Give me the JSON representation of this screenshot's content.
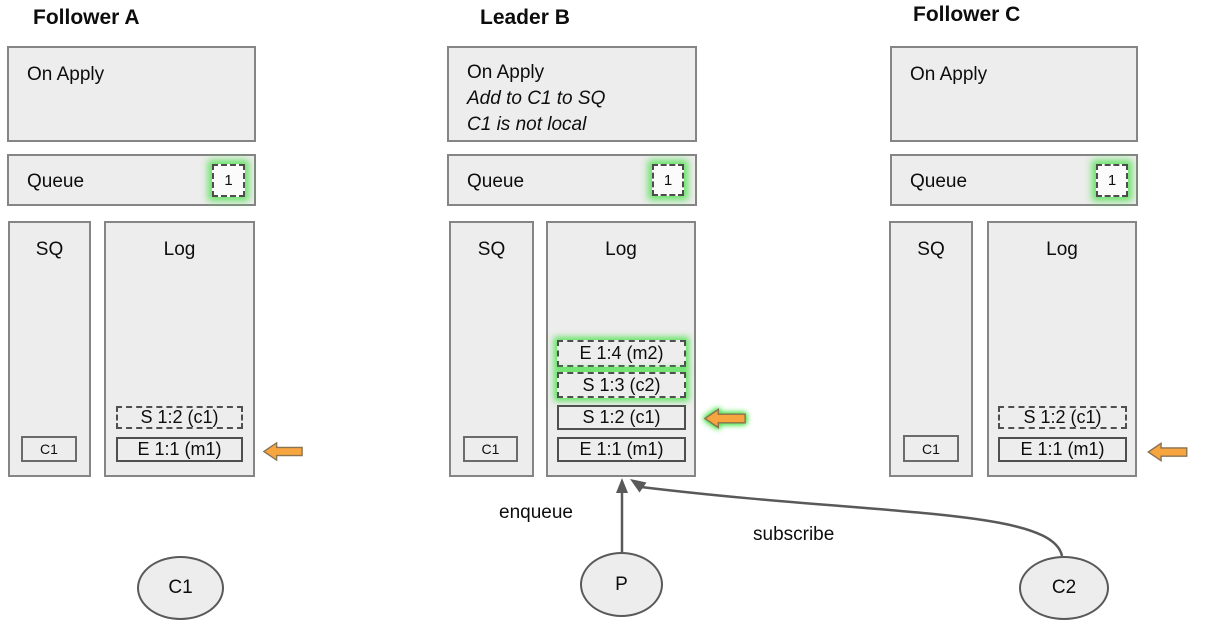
{
  "diagram": {
    "columns": [
      {
        "title": "Follower A",
        "on_apply": {
          "title": "On Apply"
        },
        "queue": {
          "label": "Queue",
          "count": "1"
        },
        "sq": {
          "label": "SQ",
          "entry": "C1"
        },
        "log": {
          "label": "Log",
          "entries": [
            {
              "label": "S 1:2 (c1)",
              "style": "dashed",
              "glow": false
            },
            {
              "label": "E 1:1 (m1)",
              "style": "solid",
              "glow": false
            }
          ]
        },
        "pointer_target": "E 1:1 (m1)"
      },
      {
        "title": "Leader B",
        "on_apply": {
          "title": "On Apply",
          "note_line1": "Add to C1 to SQ",
          "note_line2": "C1 is not local"
        },
        "queue": {
          "label": "Queue",
          "count": "1"
        },
        "sq": {
          "label": "SQ",
          "entry": "C1"
        },
        "log": {
          "label": "Log",
          "entries": [
            {
              "label": "E 1:4 (m2)",
              "style": "dashed",
              "glow": true
            },
            {
              "label": "S 1:3 (c2)",
              "style": "dashed",
              "glow": true
            },
            {
              "label": "S 1:2 (c1)",
              "style": "solid",
              "glow": false
            },
            {
              "label": "E 1:1 (m1)",
              "style": "solid",
              "glow": false
            }
          ]
        },
        "pointer_target": "S 1:2 (c1)"
      },
      {
        "title": "Follower C",
        "on_apply": {
          "title": "On Apply"
        },
        "queue": {
          "label": "Queue",
          "count": "1"
        },
        "sq": {
          "label": "SQ",
          "entry": "C1"
        },
        "log": {
          "label": "Log",
          "entries": [
            {
              "label": "S 1:2 (c1)",
              "style": "dashed",
              "glow": false
            },
            {
              "label": "E 1:1 (m1)",
              "style": "solid",
              "glow": false
            }
          ]
        },
        "pointer_target": "E 1:1 (m1)"
      }
    ],
    "actors": {
      "c1": "C1",
      "p": "P",
      "c2": "C2"
    },
    "edge_labels": {
      "enqueue": "enqueue",
      "subscribe": "subscribe"
    },
    "colors": {
      "glow_green": "#4ce44c",
      "arrow_orange": "#f6a53f",
      "box_fill": "#ededed",
      "connector_gray": "#595959"
    }
  }
}
